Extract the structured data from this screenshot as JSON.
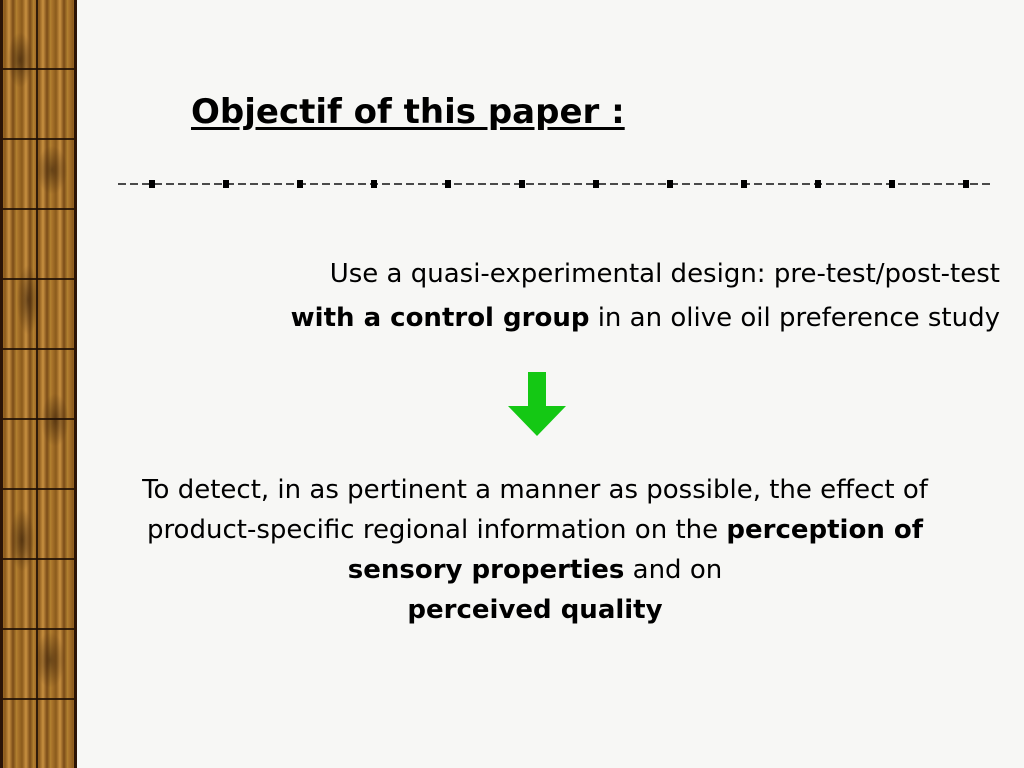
{
  "slide": {
    "title": "Objectif of this paper :",
    "method": {
      "text_before": "Use a quasi-experimental design: pre-test/post-test",
      "bold": "with a control group",
      "text_after": " in an olive oil preference study"
    },
    "arrow_icon": "down-arrow-icon",
    "arrow_color": "#14c814",
    "objective": {
      "text_1": "To detect, in as pertinent a manner as possible, the effect of product-specific regional information on the ",
      "bold_1": "perception of sensory properties",
      "text_2": " and on ",
      "bold_2": "perceived quality"
    }
  }
}
